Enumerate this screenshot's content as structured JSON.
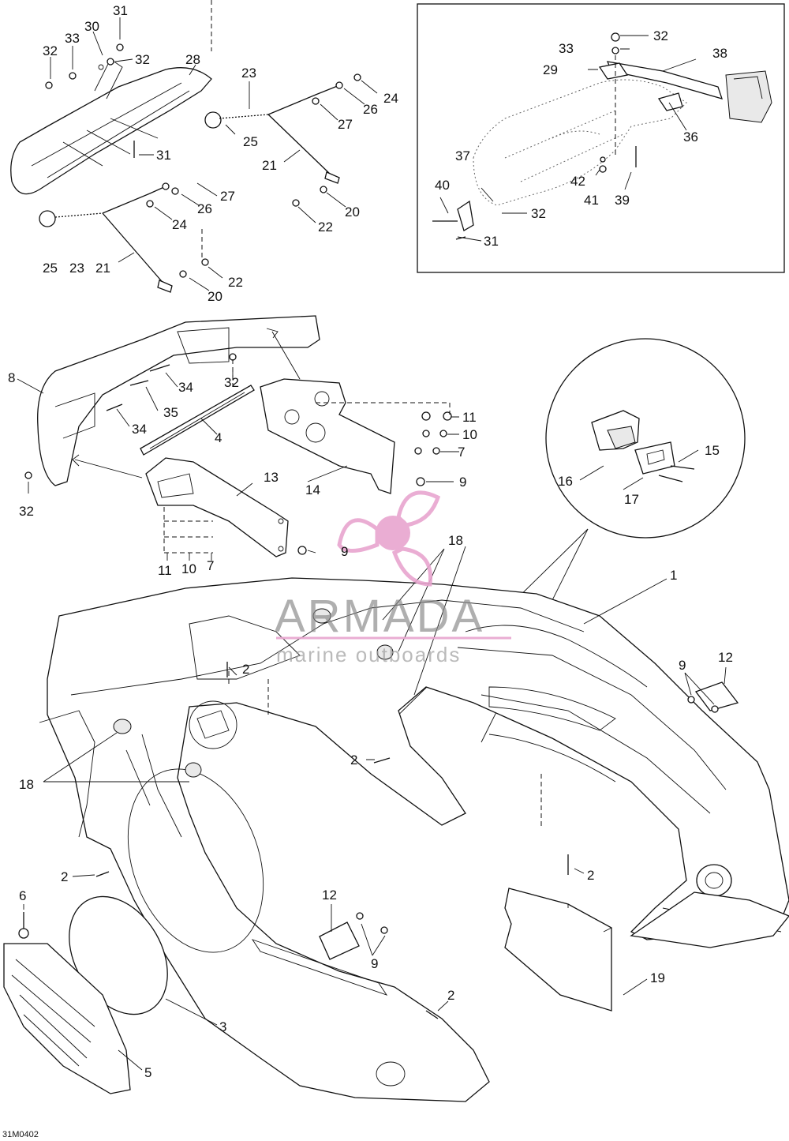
{
  "watermark": {
    "brand": "ARMADA",
    "tagline": "marine outboards",
    "accent_color": "#e8a5cf"
  },
  "drawing_code": "31M0402",
  "callouts": [
    {
      "id": "c1",
      "text": "1"
    },
    {
      "id": "c2a",
      "text": "2"
    },
    {
      "id": "c2b",
      "text": "2"
    },
    {
      "id": "c2c",
      "text": "2"
    },
    {
      "id": "c2d",
      "text": "2"
    },
    {
      "id": "c2e",
      "text": "2"
    },
    {
      "id": "c3",
      "text": "3"
    },
    {
      "id": "c4",
      "text": "4"
    },
    {
      "id": "c5",
      "text": "5"
    },
    {
      "id": "c6",
      "text": "6"
    },
    {
      "id": "c7a",
      "text": "7"
    },
    {
      "id": "c7b",
      "text": "7"
    },
    {
      "id": "c8",
      "text": "8"
    },
    {
      "id": "c9a",
      "text": "9"
    },
    {
      "id": "c9b",
      "text": "9"
    },
    {
      "id": "c9c",
      "text": "9"
    },
    {
      "id": "c9d",
      "text": "9"
    },
    {
      "id": "c10a",
      "text": "10"
    },
    {
      "id": "c10b",
      "text": "10"
    },
    {
      "id": "c11a",
      "text": "11"
    },
    {
      "id": "c11b",
      "text": "11"
    },
    {
      "id": "c12a",
      "text": "12"
    },
    {
      "id": "c12b",
      "text": "12"
    },
    {
      "id": "c13",
      "text": "13"
    },
    {
      "id": "c14",
      "text": "14"
    },
    {
      "id": "c15",
      "text": "15"
    },
    {
      "id": "c16",
      "text": "16"
    },
    {
      "id": "c17",
      "text": "17"
    },
    {
      "id": "c18a",
      "text": "18"
    },
    {
      "id": "c18b",
      "text": "18"
    },
    {
      "id": "c19",
      "text": "19"
    },
    {
      "id": "c20a",
      "text": "20"
    },
    {
      "id": "c20b",
      "text": "20"
    },
    {
      "id": "c21a",
      "text": "21"
    },
    {
      "id": "c21b",
      "text": "21"
    },
    {
      "id": "c22a",
      "text": "22"
    },
    {
      "id": "c22b",
      "text": "22"
    },
    {
      "id": "c23a",
      "text": "23"
    },
    {
      "id": "c23b",
      "text": "23"
    },
    {
      "id": "c24a",
      "text": "24"
    },
    {
      "id": "c24b",
      "text": "24"
    },
    {
      "id": "c25a",
      "text": "25"
    },
    {
      "id": "c25b",
      "text": "25"
    },
    {
      "id": "c26a",
      "text": "26"
    },
    {
      "id": "c26b",
      "text": "26"
    },
    {
      "id": "c27a",
      "text": "27"
    },
    {
      "id": "c27b",
      "text": "27"
    },
    {
      "id": "c28",
      "text": "28"
    },
    {
      "id": "c29",
      "text": "29"
    },
    {
      "id": "c30",
      "text": "30"
    },
    {
      "id": "c31a",
      "text": "31"
    },
    {
      "id": "c31b",
      "text": "31"
    },
    {
      "id": "c31c",
      "text": "31"
    },
    {
      "id": "c32a",
      "text": "32"
    },
    {
      "id": "c32b",
      "text": "32"
    },
    {
      "id": "c32c",
      "text": "32"
    },
    {
      "id": "c32d",
      "text": "32"
    },
    {
      "id": "c32e",
      "text": "32"
    },
    {
      "id": "c32f",
      "text": "32"
    },
    {
      "id": "c33a",
      "text": "33"
    },
    {
      "id": "c33b",
      "text": "33"
    },
    {
      "id": "c34a",
      "text": "34"
    },
    {
      "id": "c34b",
      "text": "34"
    },
    {
      "id": "c35",
      "text": "35"
    },
    {
      "id": "c36",
      "text": "36"
    },
    {
      "id": "c37",
      "text": "37"
    },
    {
      "id": "c38",
      "text": "38"
    },
    {
      "id": "c39",
      "text": "39"
    },
    {
      "id": "c40",
      "text": "40"
    },
    {
      "id": "c41",
      "text": "41"
    },
    {
      "id": "c42",
      "text": "42"
    }
  ]
}
